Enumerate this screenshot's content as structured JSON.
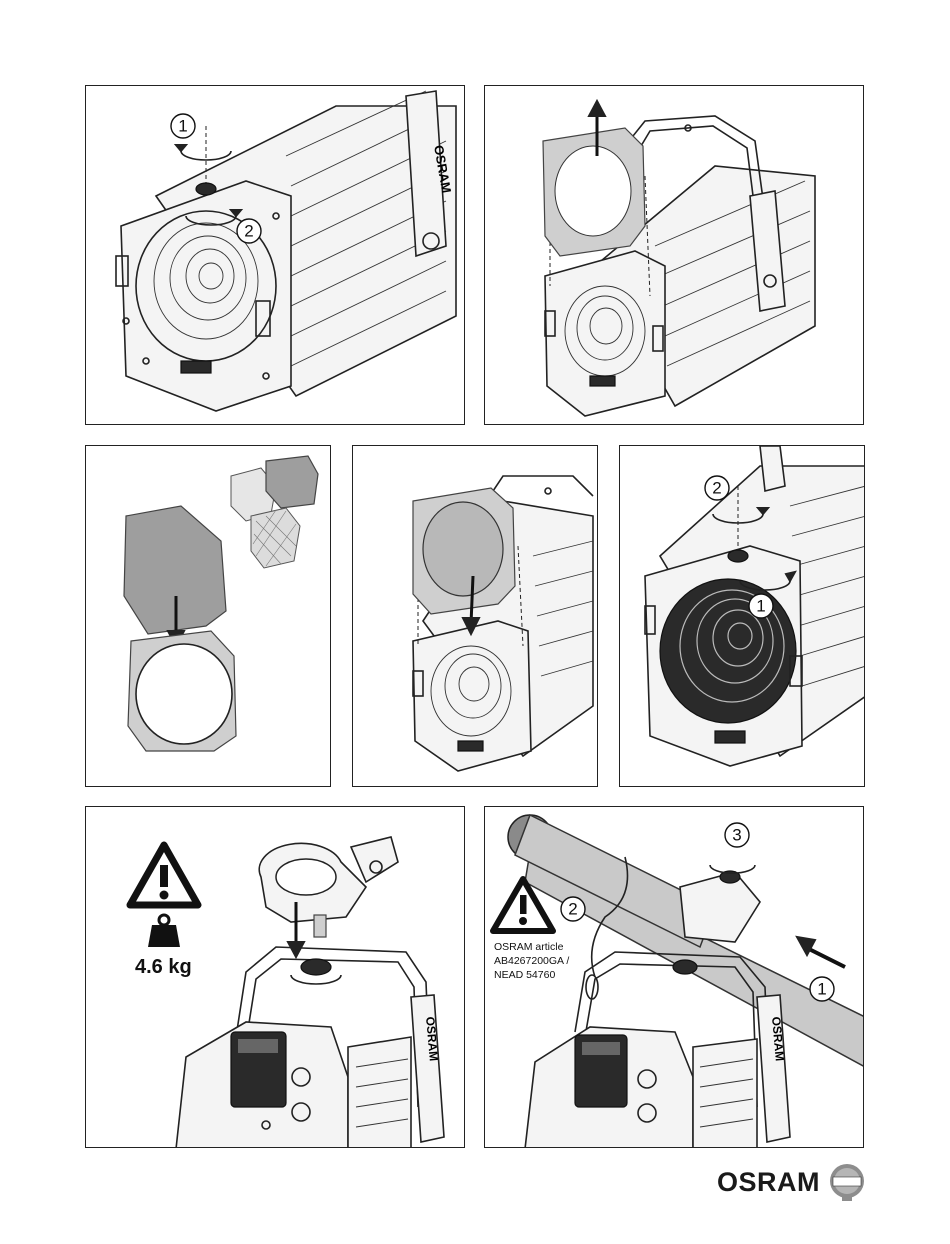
{
  "panels": [
    {
      "id": "remove-lens-knob",
      "step_numbers": [
        "1",
        "2"
      ]
    },
    {
      "id": "remove-filter-frame"
    },
    {
      "id": "insert-filter-into-frame"
    },
    {
      "id": "insert-frame-into-fixture"
    },
    {
      "id": "fasten-knob",
      "step_numbers": [
        "2",
        "1"
      ]
    },
    {
      "id": "mount-clamp",
      "weight": "4.6 kg",
      "warning_icon": "warning-triangle-icon",
      "weight_icon": "weight-icon"
    },
    {
      "id": "mount-on-truss",
      "step_numbers": [
        "3",
        "2",
        "1"
      ],
      "article_text": [
        "OSRAM article",
        "AB4267200GA /",
        "NEAD 54760"
      ]
    }
  ],
  "fixture_marking": "OSRAM",
  "footer": {
    "brand": "OSRAM",
    "logo_icon": "osram-bulb-logo-icon"
  }
}
